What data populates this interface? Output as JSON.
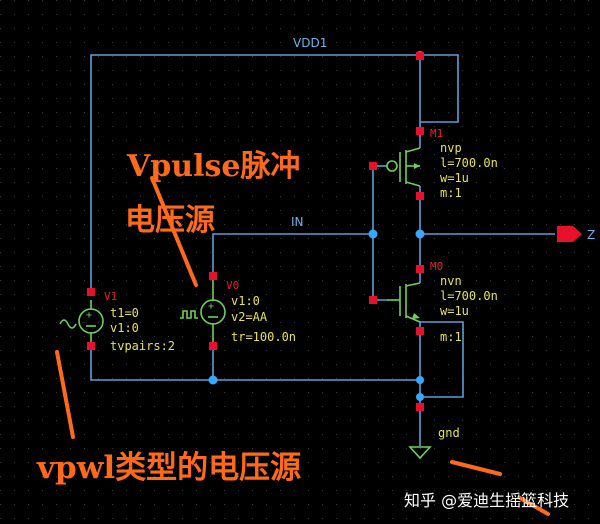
{
  "nets": {
    "vdd": "VDD1",
    "in": "IN",
    "out": "Z",
    "gnd": "gnd"
  },
  "m1": {
    "name": "M1",
    "model": "nvp",
    "l": "l=700.0n",
    "w": "w=1u",
    "m": "m:1"
  },
  "m0": {
    "name": "M0",
    "model": "nvn",
    "l": "l=700.0n",
    "w": "w=1u",
    "m": "m:1"
  },
  "v1": {
    "name": "V1",
    "p1": "t1=0",
    "p2": "v1:0",
    "p3": "tvpairs:2"
  },
  "v0": {
    "name": "V0",
    "p1": "v1:0",
    "p2": "v2=AA",
    "p3": "tr=100.0n"
  },
  "annotations": {
    "vpulse_line1": "Vpulse脉冲",
    "vpulse_line2": "电压源",
    "vpwl": "vpwl类型的电压源"
  },
  "watermark": "知乎 @爱迪生摇篮科技",
  "colors": {
    "background": "#000000",
    "wire": "#5aa0d8",
    "device": "#6fd05a",
    "pin": "#e8102a",
    "label": "#e6e44a",
    "annotation": "#ff6a1a"
  }
}
